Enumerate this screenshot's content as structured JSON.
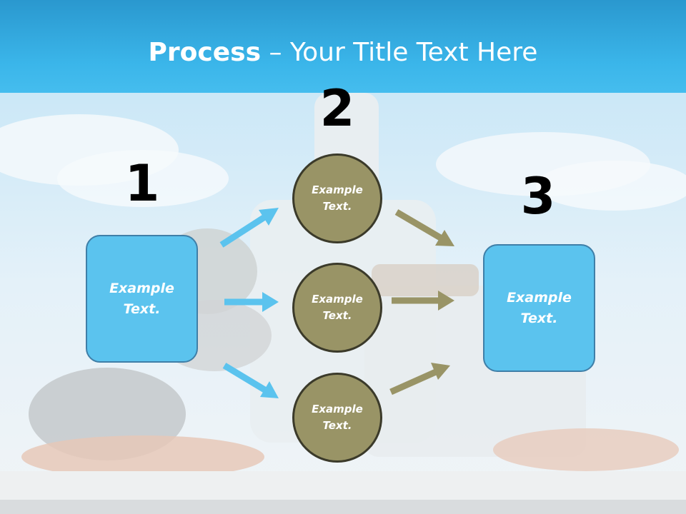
{
  "title": {
    "bold": "Process",
    "rest": " – Your Title Text Here"
  },
  "steps": [
    {
      "number": "1"
    },
    {
      "number": "2"
    },
    {
      "number": "3"
    }
  ],
  "left_box": {
    "text": "Example\nText."
  },
  "right_box": {
    "text": "Example\nText."
  },
  "circles": [
    {
      "text": "Example\nText."
    },
    {
      "text": "Example\nText."
    },
    {
      "text": "Example\nText."
    }
  ],
  "colors": {
    "title_band": "#3bb6ea",
    "box_fill": "#5bc3ee",
    "circle_fill": "#999466",
    "blue_arrow": "#5bc3ee",
    "olive_arrow": "#999466"
  }
}
